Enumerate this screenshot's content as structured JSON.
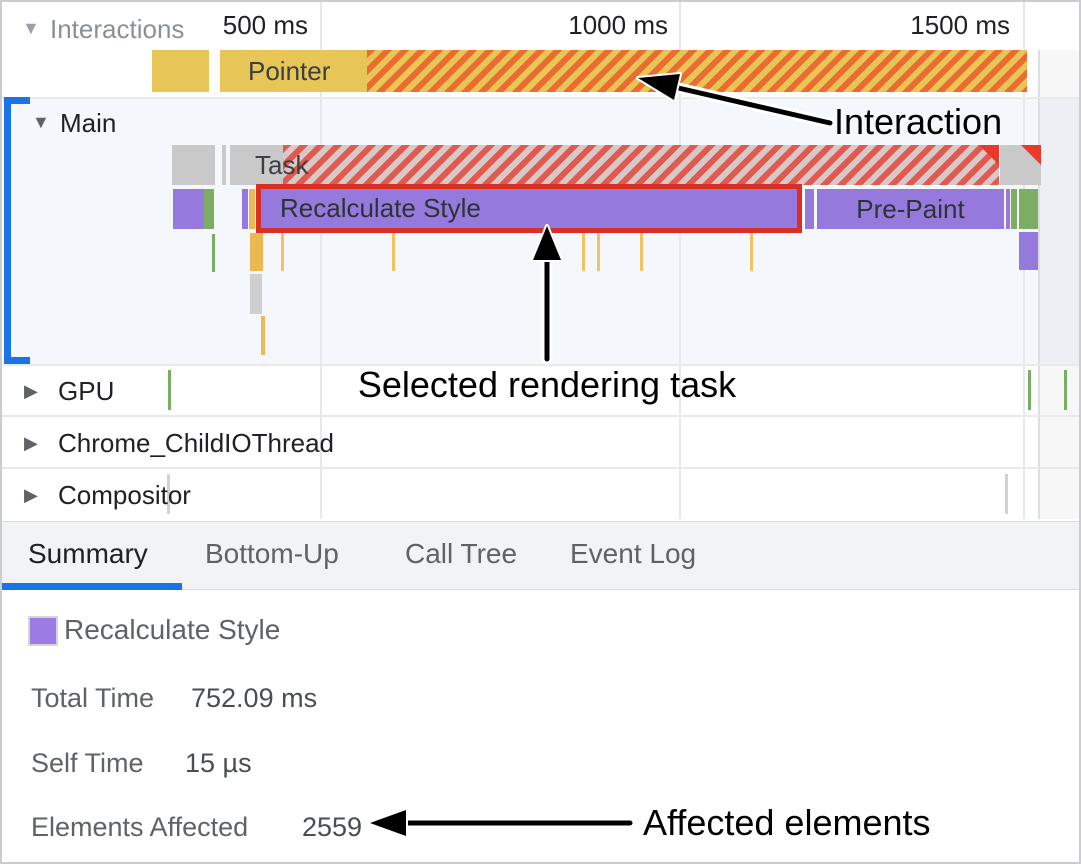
{
  "ruler": {
    "labels": [
      "500 ms",
      "1000 ms",
      "1500 ms"
    ]
  },
  "icons": {
    "expanded": "▼",
    "collapsed": "▶"
  },
  "tracks": {
    "interactions": {
      "name": "Interactions",
      "pointer_event": "Pointer"
    },
    "main": {
      "name": "Main",
      "task_event": "Task",
      "selected_event": "Recalculate Style",
      "pre_paint_event": "Pre-Paint"
    },
    "gpu": {
      "name": "GPU"
    },
    "child_io": {
      "name": "Chrome_ChildIOThread"
    },
    "compositor": {
      "name": "Compositor"
    }
  },
  "tabs": [
    {
      "label": "Summary",
      "selected": true
    },
    {
      "label": "Bottom-Up",
      "selected": false
    },
    {
      "label": "Call Tree",
      "selected": false
    },
    {
      "label": "Event Log",
      "selected": false
    }
  ],
  "summary": {
    "title": "Recalculate Style",
    "rows": [
      {
        "label": "Total Time",
        "value": "752.09 ms"
      },
      {
        "label": "Self Time",
        "value": "15 µs"
      },
      {
        "label": "Elements Affected",
        "value": "2559"
      }
    ]
  },
  "annotations": {
    "interaction": "Interaction",
    "selected_task": "Selected rendering task",
    "affected_elements": "Affected elements"
  },
  "colors": {
    "accent_blue": "#1a73e8",
    "selection_red": "#d93025",
    "rendering_purple": "#9679dd",
    "paint_green": "#7bae63",
    "interaction_yellow": "#e7c657",
    "interaction_stripe_orange": "#eb6c31",
    "task_gray": "#c9c9c9",
    "long_task_stripe_red": "#e15a50"
  }
}
